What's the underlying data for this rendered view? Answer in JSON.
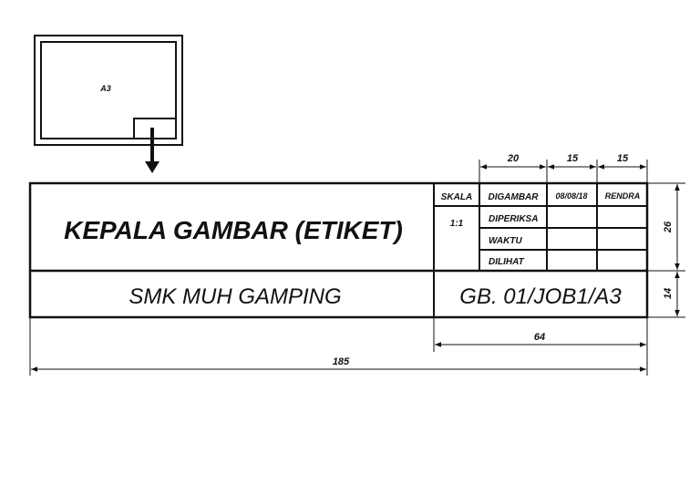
{
  "thumbnail": {
    "label": "A3"
  },
  "title_block": {
    "main_title": "KEPALA GAMBAR (ETIKET)",
    "school": "SMK MUH GAMPING",
    "drawing_number": "GB. 01/JOB1/A3",
    "scale_label": "SKALA",
    "scale_value": "1:1",
    "rows": [
      {
        "label": "DIGAMBAR",
        "date": "08/08/18",
        "name": "RENDRA"
      },
      {
        "label": "DIPERIKSA",
        "date": "",
        "name": ""
      },
      {
        "label": "WAKTU",
        "date": "",
        "name": ""
      },
      {
        "label": "DILIHAT",
        "date": "",
        "name": ""
      }
    ]
  },
  "dimensions": {
    "col_digambar": "20",
    "col_date": "15",
    "col_name": "15",
    "height_top": "26",
    "height_bottom": "14",
    "right_width": "64",
    "total_width": "185"
  }
}
